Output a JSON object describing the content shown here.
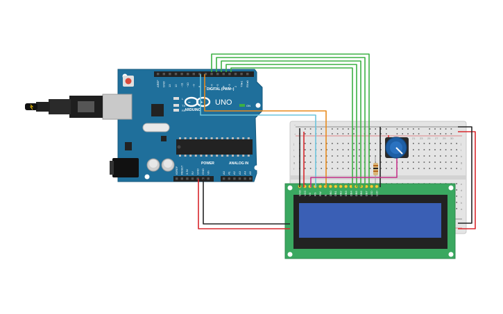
{
  "arduino": {
    "model_label": "UNO",
    "brand_label": "ARDUINO",
    "digital_header_label": "DIGITAL (PWM~)",
    "power_label": "POWER",
    "analog_label": "ANALOG IN",
    "on_label": "ON",
    "digital_pins": [
      "AREF",
      "GND",
      "13",
      "12",
      "~11",
      "~10",
      "~9",
      "8",
      "7",
      "~6",
      "~5",
      "4",
      "~3",
      "2",
      "TX▸1",
      "RX◂0"
    ],
    "power_pins": [
      "IOREF",
      "RESET",
      "3.3V",
      "5V",
      "GND",
      "GND",
      "Vin"
    ],
    "analog_pins": [
      "A0",
      "A1",
      "A2",
      "A3",
      "A4",
      "A5"
    ],
    "led_labels": [
      "L",
      "TX",
      "RX"
    ]
  },
  "breadboard": {
    "row_letters_left": [
      "j",
      "i",
      "h",
      "g",
      "f",
      "e",
      "d",
      "c",
      "b",
      "a"
    ],
    "column_numbers_top": [
      "21",
      "23",
      "25",
      "27",
      "29",
      "30"
    ]
  },
  "lcd": {
    "pin_labels": [
      "GND",
      "VCC",
      "V0",
      "RS",
      "RW",
      "E",
      "DB0",
      "DB1",
      "DB2",
      "DB3",
      "DB4",
      "DB5",
      "DB6",
      "DB7",
      "LED",
      "LED"
    ]
  },
  "colors": {
    "arduino_board": "#1f6f9b",
    "lcd_pcb": "#3aa860",
    "lcd_screen": "#3a5fb5",
    "breadboard": "#e2e2e2",
    "wire_green": "#3cb044",
    "wire_orange": "#e88a1d",
    "wire_cyan": "#6cc4dc",
    "wire_red": "#d8262b",
    "wire_black": "#222222",
    "wire_magenta": "#c6328a",
    "potentiometer": "#1e5fa5"
  },
  "icons": [
    "usb-cable-icon",
    "power-jack-icon",
    "reset-button-icon",
    "potentiometer-icon",
    "resistor-icon"
  ]
}
